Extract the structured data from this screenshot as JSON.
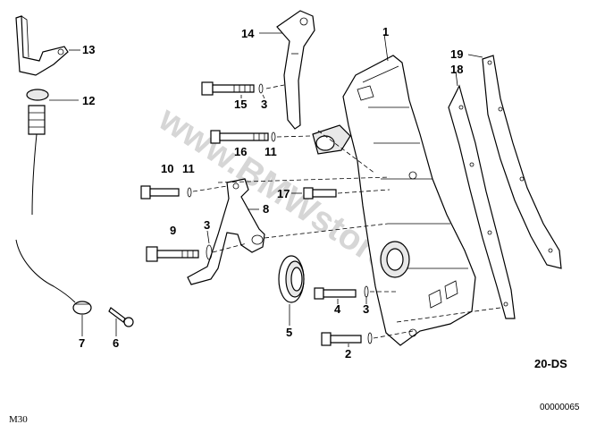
{
  "diagram": {
    "callouts": [
      "1",
      "2",
      "3",
      "3",
      "3",
      "4",
      "5",
      "6",
      "7",
      "8",
      "9",
      "10",
      "11",
      "11",
      "12",
      "13",
      "14",
      "15",
      "16",
      "17",
      "18",
      "19"
    ],
    "group_code": "20-DS",
    "image_number": "00000065",
    "model": "M30",
    "watermark": "www.BMWstore.pl"
  }
}
